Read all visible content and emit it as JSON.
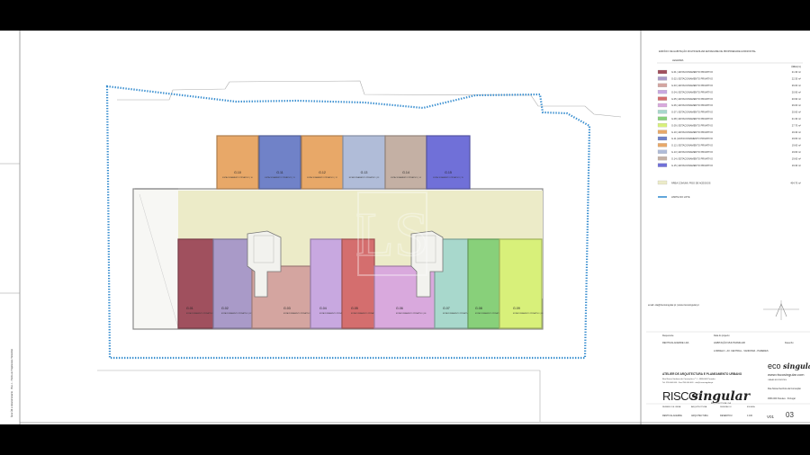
{
  "legend": {
    "title": "EDIFÍCIO DE HABITAÇÃO MULTIFAMILIAR EM REGIME DE PROPRIEDADE HORIZONTAL",
    "subtitle": "LEGENDA",
    "area_header": "ÁREA(m²)",
    "items": [
      {
        "label": "G.01 | ESTACIONAMENTO PRIVATIVO",
        "area": "21.30 m²",
        "color": "#a0505e"
      },
      {
        "label": "G.02 | ESTACIONAMENTO PRIVATIVO",
        "area": "22.30 m²",
        "color": "#a99ac8"
      },
      {
        "label": "G.03 | ESTACIONAMENTO PRIVATIVO",
        "area": "26.00 m²",
        "color": "#d4a5a0"
      },
      {
        "label": "G.04 | ESTACIONAMENTO PRIVATIVO",
        "area": "20.90 m²",
        "color": "#c8a8e0"
      },
      {
        "label": "G.05 | ESTACIONAMENTO PRIVATIVO",
        "area": "20.90 m²",
        "color": "#d46e6e"
      },
      {
        "label": "G.06 | ESTACIONAMENTO PRIVATIVO",
        "area": "26.00 m²",
        "color": "#d9a9dd"
      },
      {
        "label": "G.07 | ESTACIONAMENTO PRIVATIVO",
        "area": "20.60 m²",
        "color": "#a8d8cc"
      },
      {
        "label": "G.08 | ESTACIONAMENTO PRIVATIVO",
        "area": "21.30 m²",
        "color": "#88d07a"
      },
      {
        "label": "G.09 | ESTACIONAMENTO PRIVATIVO",
        "area": "27.70 m²",
        "color": "#d8f07a"
      },
      {
        "label": "G.10 | ESTACIONAMENTO PRIVATIVO",
        "area": "19.30 m²",
        "color": "#e8a868"
      },
      {
        "label": "G.11 | ESTACIONAMENTO PRIVATIVO",
        "area": "19.60 m²",
        "color": "#7082c8"
      },
      {
        "label": "G.12 | ESTACIONAMENTO PRIVATIVO",
        "area": "19.60 m²",
        "color": "#e8a868"
      },
      {
        "label": "G.13 | ESTACIONAMENTO PRIVATIVO",
        "area": "19.60 m²",
        "color": "#b0bcd8"
      },
      {
        "label": "G.14 | ESTACIONAMENTO PRIVATIVO",
        "area": "19.60 m²",
        "color": "#c4b0a4"
      },
      {
        "label": "G.15 | ESTACIONAMENTO PRIVATIVO",
        "area": "19.30 m²",
        "color": "#7070d8"
      }
    ],
    "common_label": "ÁREA COMUM | PISO DE ACESSOS",
    "common_area": "404.70 m²",
    "common_color": "#ecebc8",
    "limit_label": "LIMITE DO LOTE",
    "limit_color": "#3a8fd0"
  },
  "garages_top": [
    {
      "name": "G.10",
      "sub": "ESTACIONAMENTO PRIVATIVO | 10",
      "color": "#e8a868"
    },
    {
      "name": "G.11",
      "sub": "ESTACIONAMENTO PRIVATIVO | 11",
      "color": "#7082c8"
    },
    {
      "name": "G.12",
      "sub": "ESTACIONAMENTO PRIVATIVO | 12",
      "color": "#e8a868"
    },
    {
      "name": "G.13",
      "sub": "ESTACIONAMENTO PRIVATIVO | 13",
      "color": "#b0bcd8"
    },
    {
      "name": "G.14",
      "sub": "ESTACIONAMENTO PRIVATIVO | 14",
      "color": "#c4b0a4"
    },
    {
      "name": "G.15",
      "sub": "ESTACIONAMENTO PRIVATIVO | 15",
      "color": "#7070d8"
    }
  ],
  "garages_bottom": [
    {
      "name": "G.01",
      "sub": "ESTACIONAMENTO PRIVATIVO | 01",
      "color": "#a0505e"
    },
    {
      "name": "G.02",
      "sub": "ESTACIONAMENTO PRIVATIVO | 02",
      "color": "#a99ac8"
    },
    {
      "name": "G.03",
      "sub": "ESTACIONAMENTO PRIVATIVO | 03",
      "color": "#d4a5a0"
    },
    {
      "name": "G.04",
      "sub": "ESTACIONAMENTO PRIVATIVO | 04",
      "color": "#c8a8e0"
    },
    {
      "name": "G.05",
      "sub": "ESTACIONAMENTO PRIVATIVO | 05",
      "color": "#d46e6e"
    },
    {
      "name": "G.06",
      "sub": "ESTACIONAMENTO PRIVATIVO | 06",
      "color": "#d9a9dd"
    },
    {
      "name": "G.07",
      "sub": "ESTACIONAMENTO PRIVATIVO | 07",
      "color": "#a8d8cc"
    },
    {
      "name": "G.08",
      "sub": "ESTACIONAMENTO PRIVATIVO | 08",
      "color": "#88d07a"
    },
    {
      "name": "G.09",
      "sub": "ESTACIONAMENTO PRIVATIVO | 09",
      "color": "#d8f07a"
    }
  ],
  "title_block": {
    "contact": "email: ola@riscosingular.pt | www.riscosingular.pt",
    "owner_label": "Requerente",
    "owner": "RENTICALACERDE LDA",
    "date_label": "Data do projecto",
    "project_label": "Obra",
    "project": "HABITAÇÃO MULTIFAMILIAR",
    "sheet_label": "Desenho",
    "location": "LORDELO - AV. CENTRAL - VANDOMA - PAREDES",
    "studio_line1": "ATELIER DE ARQUITECTURA E PLANEAMENTO URBANO",
    "studio_line2": "Rua Nossa Senhora da Conceição n.º 1 · 4580-000 Paredes",
    "studio_line3": "Tel. 255 000 000 · Fax 255 000 001 · ola@riscosingular.pt",
    "brand_main": "RISCO",
    "brand_script": "singular",
    "brand_tag": "ARQUITECTURA LDA",
    "eco_brand": "eco",
    "eco_script": "singular",
    "website": "www.riscosingular.com",
    "eco_sub": "CASAS EFICIENTES",
    "office1": "Rua Nossa Senhora da Conceição",
    "office2": "4580-000 Paredes · Portugal",
    "footer_cols": [
      "NUMERO DE OBRA",
      "ARQUITECTURA",
      "DESENHOU",
      "ESCALA"
    ],
    "footer_vals": [
      "RENTICALACERDE",
      "ARQUITECTURA",
      "DESENHOU",
      "1:100"
    ],
    "version": "V01",
    "sheet_number": "03"
  },
  "left_margin_text": "Área Útil e Estacionamento · Piso -1 · Planta de Propriedade Horizontal"
}
